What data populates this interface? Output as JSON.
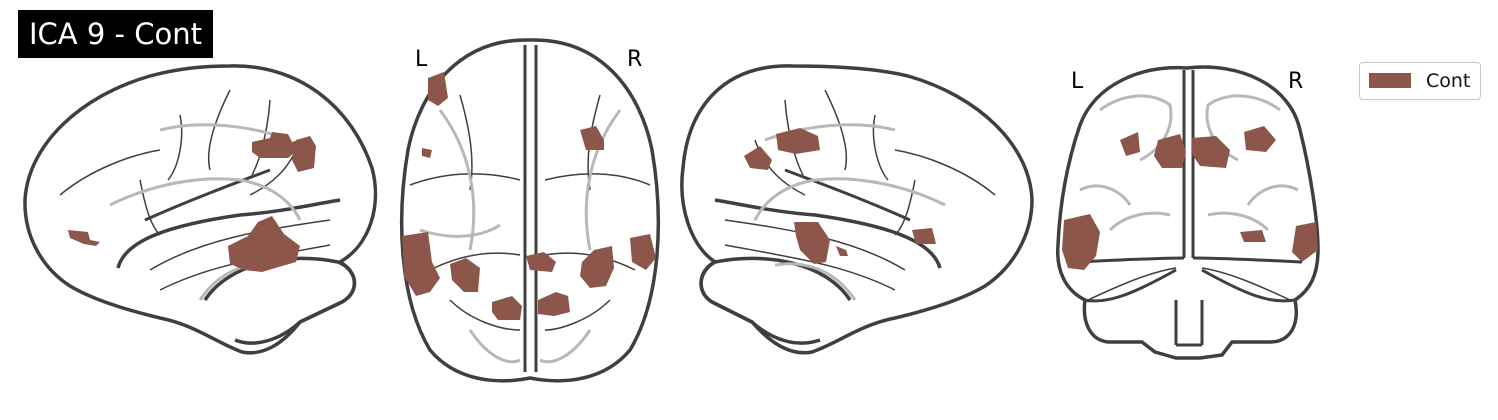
{
  "title": "ICA 9 - Cont",
  "views": [
    {
      "name": "left-sagittal"
    },
    {
      "name": "axial",
      "left_label": "L",
      "right_label": "R"
    },
    {
      "name": "right-sagittal"
    },
    {
      "name": "coronal",
      "left_label": "L",
      "right_label": "R"
    }
  ],
  "legend": {
    "label": "Cont",
    "color": "#8c564b"
  },
  "colors": {
    "blob": "#8c564b",
    "outline": "#3f3f3f",
    "ghost": "#b8b8b8"
  }
}
